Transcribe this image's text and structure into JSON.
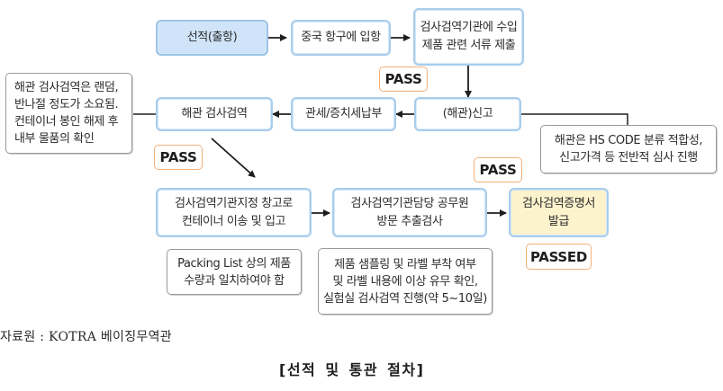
{
  "diagram": {
    "nodes": {
      "shipment": "선적(출항)",
      "arrival": "중국 항구에 입항",
      "submit_docs": "검사검역기관에 수입\n제품 관련 서류 제출",
      "customs_declaration": "(해관)신고",
      "duty_payment": "관세/증치세납부",
      "customs_inspection": "해관 검사검역",
      "warehouse_transfer": "검사검역기관지정 창고로\n컨테이너 이송 및 입고",
      "official_sampling": "검사검역기관담당 공무원\n방문 추출검사",
      "certificate_issue": "검사검역증명서\n발급"
    },
    "notes": {
      "customs_inspection_note": "해관 검사검역은 랜덤,\n반나절 정도가 소요됨.\n컨테이너 봉인 해제 후\n내부 물품의 확인",
      "declaration_note": "해관은 HS CODE 분류 적합성,\n신고가격 등 전반적 심사 진행",
      "packing_list_note": "Packing List 상의 제품\n수량과 일치하여야 함",
      "sampling_note": "제품 샘플링 및 라벨 부착 여부\n및 라벨 내용에 이상 유무 확인,\n실험실 검사검역 진행(약 5~10일)"
    },
    "badges": {
      "pass_after_docs": "PASS",
      "pass_after_inspection": "PASS",
      "pass_after_sampling": "PASS",
      "passed_final": "PASSED"
    },
    "colors": {
      "box_border": "#a9cdeb",
      "start_fill": "#cfe4f8",
      "final_fill": "#fcf2cc",
      "badge_border": "#f2b07a",
      "note_border": "#9a9a9a",
      "arrow": "#1e1e1e"
    }
  },
  "footer": {
    "source": "자료원 : KOTRA 베이징무역관",
    "caption": "[선적 및 통관 절차]"
  }
}
